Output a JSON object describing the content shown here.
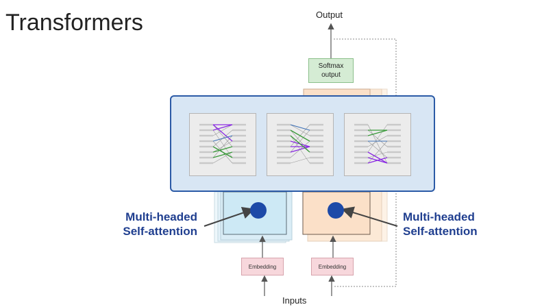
{
  "title": "Transformers",
  "output_label": "Output",
  "softmax_label": "Softmax\noutput",
  "inputs_label": "Inputs",
  "embedding_left": "Embedding",
  "embedding_right": "Embedding",
  "callout_left": "Multi-headed\nSelf-attention",
  "callout_right": "Multi-headed\nSelf-attention",
  "colors": {
    "encoder_fill": "#cde9f5",
    "decoder_fill": "#fbe0c8",
    "frame_border": "#2b5aa6",
    "dot": "#1d4aa8",
    "callout_text": "#1f3e8f"
  }
}
